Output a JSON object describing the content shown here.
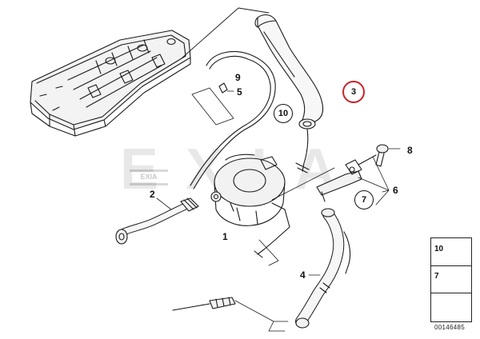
{
  "watermark": {
    "text": "EXIA",
    "small_logo": "EXIA"
  },
  "callouts": {
    "c1": "1",
    "c2": "2",
    "c3": "3",
    "c4": "4",
    "c5": "5",
    "c6": "6",
    "c7": "7",
    "c8": "8",
    "c9": "9",
    "c10": "10"
  },
  "highlight_color": "#c8242b",
  "index_panel": {
    "rows": [
      {
        "num": "10",
        "icon": "hose-clamp-icon"
      },
      {
        "num": "7",
        "icon": "spring-clip-icon"
      }
    ],
    "arrow_icon": "arrow-indicator-icon"
  },
  "doc_id": "00146485"
}
